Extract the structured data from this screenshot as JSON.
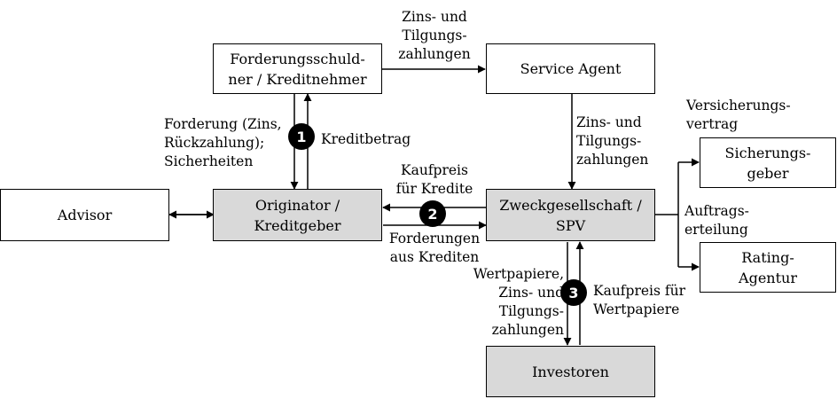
{
  "boxes": {
    "debtor": [
      "Forderungsschuld-",
      "ner / Kreditnehmer"
    ],
    "service_agent": [
      "Service Agent"
    ],
    "advisor": [
      "Advisor"
    ],
    "originator": [
      "Originator /",
      "Kreditgeber"
    ],
    "spv": [
      "Zweckgesellschaft /",
      "SPV"
    ],
    "guarantor": [
      "Sicherungs-",
      "geber"
    ],
    "rating_agency": [
      "Rating-",
      "Agentur"
    ],
    "investors": [
      "Investoren"
    ]
  },
  "labels": {
    "top_payments": [
      "Zins- und",
      "Tilgungs-",
      "zahlungen"
    ],
    "claim": [
      "Forderung (Zins,",
      "Rückzahlung);",
      "Sicherheiten"
    ],
    "loan_amount": [
      "Kreditbetrag"
    ],
    "agent_payments": [
      "Zins- und",
      "Tilgungs-",
      "zahlungen"
    ],
    "insurance_contract": [
      "Versicherungs-",
      "vertrag"
    ],
    "purchase_price_loans": [
      "Kaufpreis",
      "für Kredite"
    ],
    "mandate": [
      "Auftrags-",
      "erteilung"
    ],
    "receivables": [
      "Forderungen",
      "aus Krediten"
    ],
    "securities": [
      "Wertpapiere,",
      "Zins- und",
      "Tilgungs-",
      "zahlungen"
    ],
    "purchase_price_securities": [
      "Kaufpreis für",
      "Wertpapiere"
    ]
  },
  "badges": [
    "1",
    "2",
    "3"
  ]
}
